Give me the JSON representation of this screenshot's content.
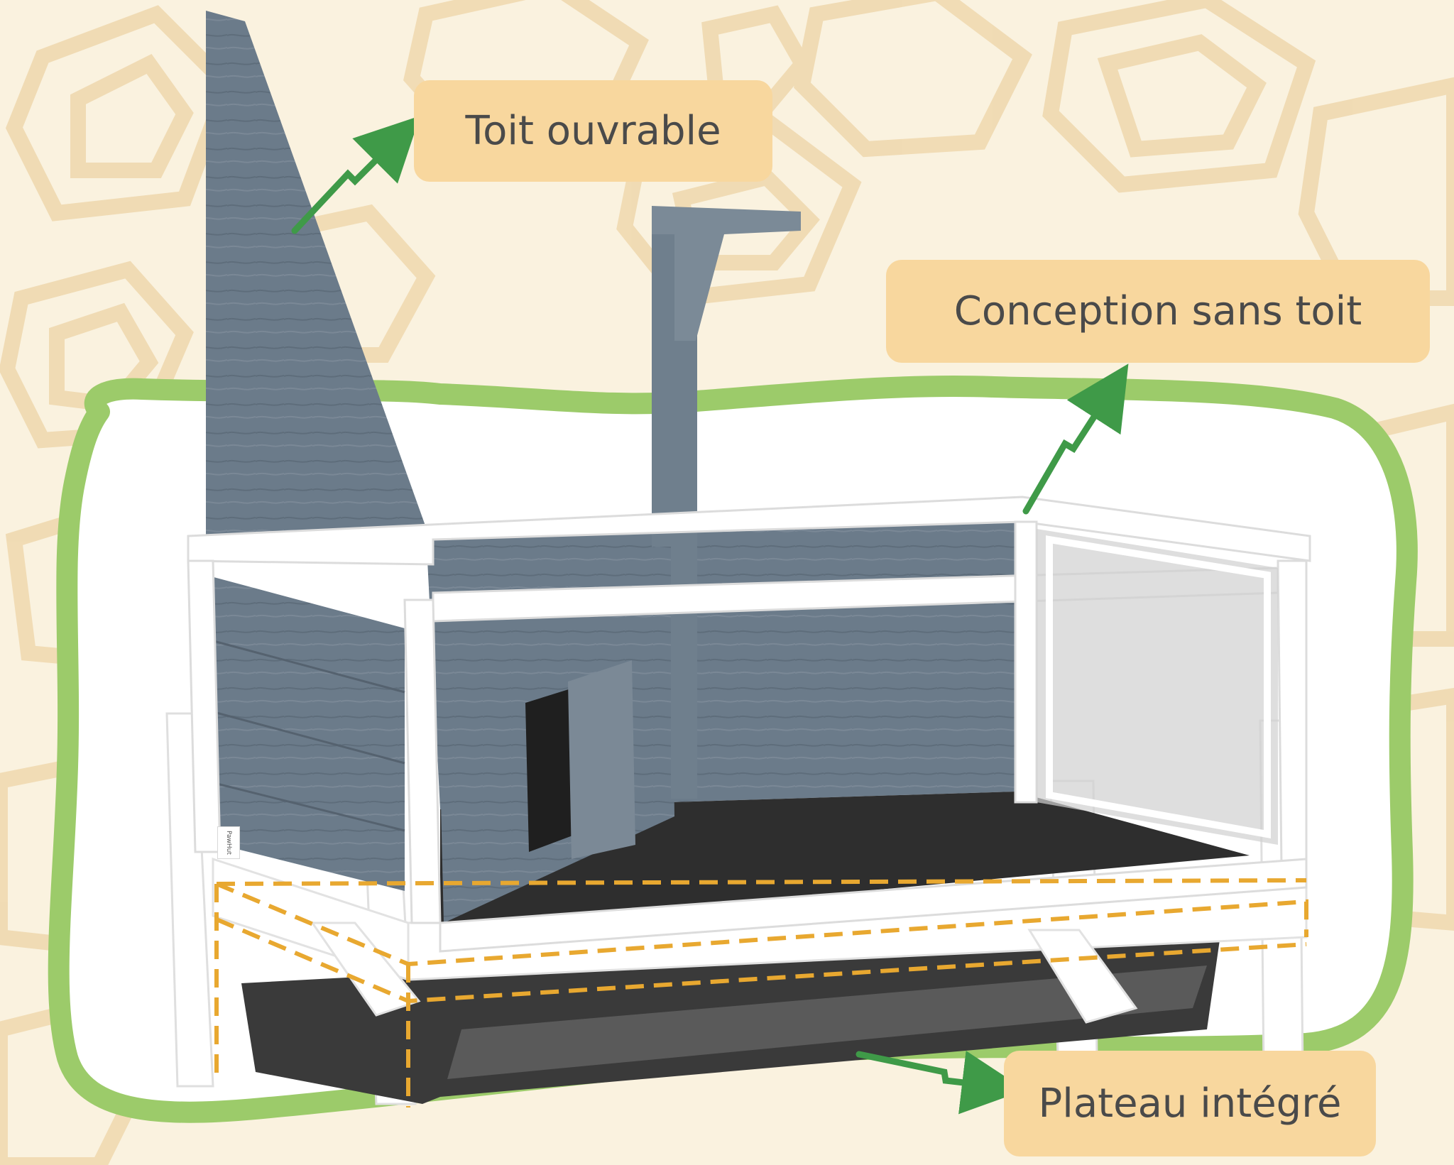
{
  "callouts": {
    "roof": "Toit ouvrable",
    "open": "Conception sans toit",
    "tray": "Plateau intégré"
  },
  "brand_label": "PawHut",
  "colors": {
    "background": "#faf2df",
    "pattern": "#efd9b0",
    "callout_bg": "#f8d79e",
    "callout_text": "#4a4a4a",
    "highlight_green": "#9ccb6a",
    "arrow_green": "#3f9a48",
    "dashed_orange": "#e8a830",
    "wood_grey": "#6b7b8a",
    "frame_white": "#ffffff",
    "floor_black": "#2e2e2e"
  },
  "icons": {
    "arrow_roof": "arrow-up-right-icon",
    "arrow_open": "arrow-up-right-icon",
    "arrow_tray": "arrow-right-icon"
  }
}
